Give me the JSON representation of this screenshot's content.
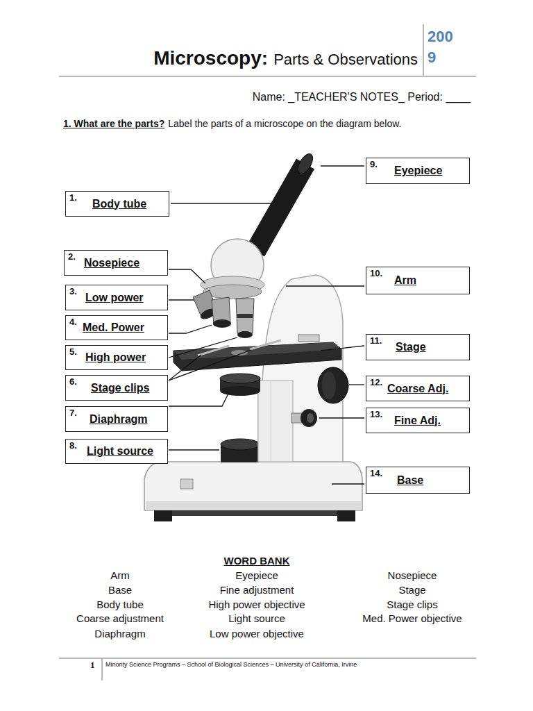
{
  "diagram": {
    "title": "Microscopy:",
    "nodes": [
      {
        "text": [
          "1.",
          "Body tube"
        ]
      },
      {
        "text": [
          "2.",
          "Nosepiece"
        ]
      },
      {
        "text": [
          "3.",
          "Low power"
        ]
      },
      {
        "text": [
          "4.",
          "Med. Power"
        ]
      },
      {
        "text": [
          "5.",
          "High power"
        ]
      },
      {
        "text": [
          "6.",
          "Stage clips"
        ]
      },
      {
        "text": [
          "7.",
          "Diaphragm"
        ]
      },
      {
        "text": [
          "8.",
          "Light source"
        ]
      },
      {
        "text": [
          "9.",
          "Eyepiece"
        ]
      },
      {
        "text": [
          "10.",
          "Arm"
        ]
      },
      {
        "text": [
          "11.",
          "Stage"
        ]
      },
      {
        "text": [
          "12.",
          "Coarse Adj."
        ]
      },
      {
        "text": [
          "13.",
          "Fine Adj."
        ]
      },
      {
        "text": [
          "14.",
          "Base"
        ]
      }
    ],
    "labels": [
      "Parts & Observations",
      "2009",
      "Name: _TEACHER'S NOTES_ Period: ____",
      "1. What are the parts?",
      "Label the parts of a microscope on the diagram below.",
      "WORD BANK",
      "Arm",
      "Eyepiece",
      "Nosepiece",
      "Base",
      "Fine adjustment",
      "Stage",
      "Body tube",
      "High power objective",
      "Stage clips",
      "Coarse adjustment",
      "Light source",
      "Med. Power objective",
      "Diaphragm",
      "Low power objective",
      "1",
      "Minority Science Programs – School of Biological Sciences – University of California, Irvine"
    ]
  }
}
